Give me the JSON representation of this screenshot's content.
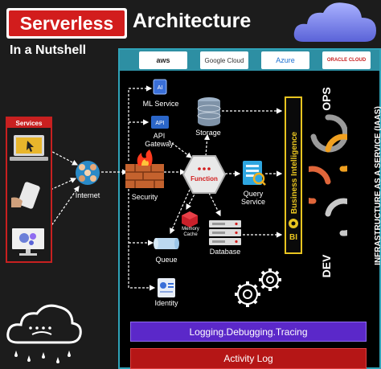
{
  "title": {
    "badge": "Serverless",
    "rest": "Architecture",
    "subtitle": "In a Nutshell"
  },
  "providers": [
    "aws",
    "Google Cloud",
    "Azure",
    "ORACLE CLOUD"
  ],
  "services": {
    "label": "Services",
    "items": [
      "laptop",
      "mobile",
      "desktop"
    ]
  },
  "nodes": {
    "internet": "Internet",
    "ml_service": "ML Service",
    "api_gateway": "API\nGateway",
    "api_gateway_line1": "API",
    "api_gateway_line2": "Gateway",
    "storage": "Storage",
    "security": "Security",
    "function": "Function",
    "query_service_line1": "Query",
    "query_service_line2": "Service",
    "memory_cache_line1": "Memory",
    "memory_cache_line2": "Cache",
    "database": "Database",
    "queue": "Queue",
    "identity": "Identity",
    "ai_badge": "AI",
    "api_badge": "API"
  },
  "bi": {
    "label": "Business Intelligence",
    "letters": "BI"
  },
  "devops": {
    "ops": "OPS",
    "dev": "DEV"
  },
  "iaas": "INFRASTRUCTURE AS A SERVICE (IAAS)",
  "bars": {
    "logging": "Logging.Debugging.Tracing",
    "activity": "Activity Log"
  },
  "colors": {
    "title_red": "#d21d1d",
    "panel_border": "#2fa3b8",
    "bi_yellow": "#e8c420",
    "logging_purple": "#5b28c9",
    "activity_red": "#b51616",
    "cloud_blue": "#7a86f0"
  }
}
